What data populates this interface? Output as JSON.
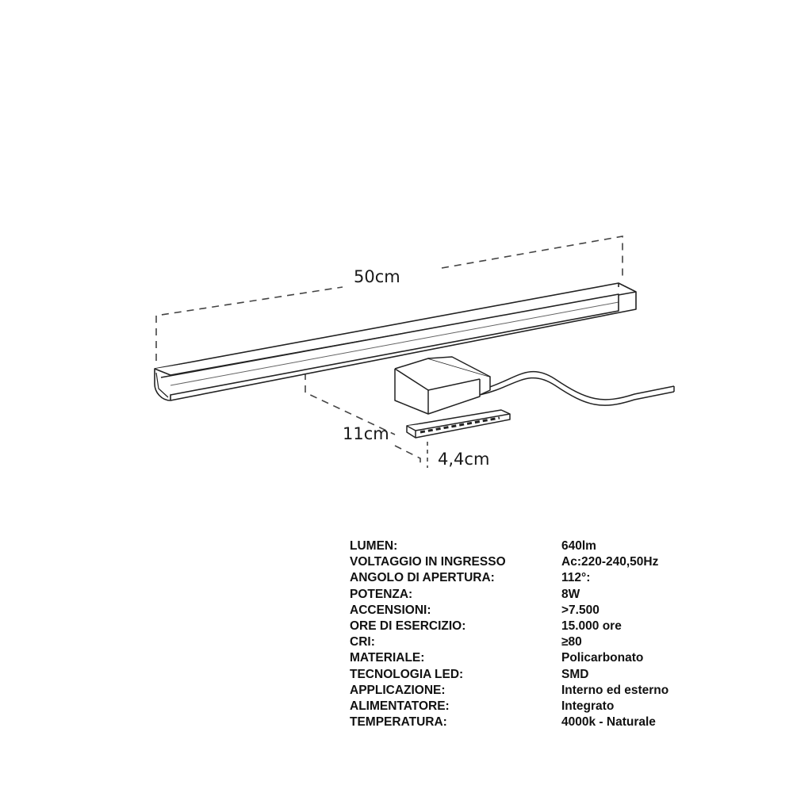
{
  "dimensions": {
    "length": "50cm",
    "depth": "11cm",
    "bracket_width": "4,4cm"
  },
  "specs": [
    {
      "label": "LUMEN:",
      "value": "640lm"
    },
    {
      "label": "VOLTAGGIO IN INGRESSO",
      "value": "Ac:220-240,50Hz"
    },
    {
      "label": "ANGOLO DI APERTURA:",
      "value": "112°:"
    },
    {
      "label": "POTENZA:",
      "value": "8W"
    },
    {
      "label": "ACCENSIONI:",
      "value": ">7.500"
    },
    {
      "label": "ORE DI ESERCIZIO:",
      "value": "15.000 ore"
    },
    {
      "label": "CRI:",
      "value": "≥80"
    },
    {
      "label": "MATERIALE:",
      "value": "Policarbonato"
    },
    {
      "label": "TECNOLOGIA LED:",
      "value": "SMD"
    },
    {
      "label": "APPLICAZIONE:",
      "value": "Interno ed esterno"
    },
    {
      "label": "ALIMENTATORE:",
      "value": "Integrato"
    },
    {
      "label": "TEMPERATURA:",
      "value": "4000k - Naturale"
    }
  ]
}
